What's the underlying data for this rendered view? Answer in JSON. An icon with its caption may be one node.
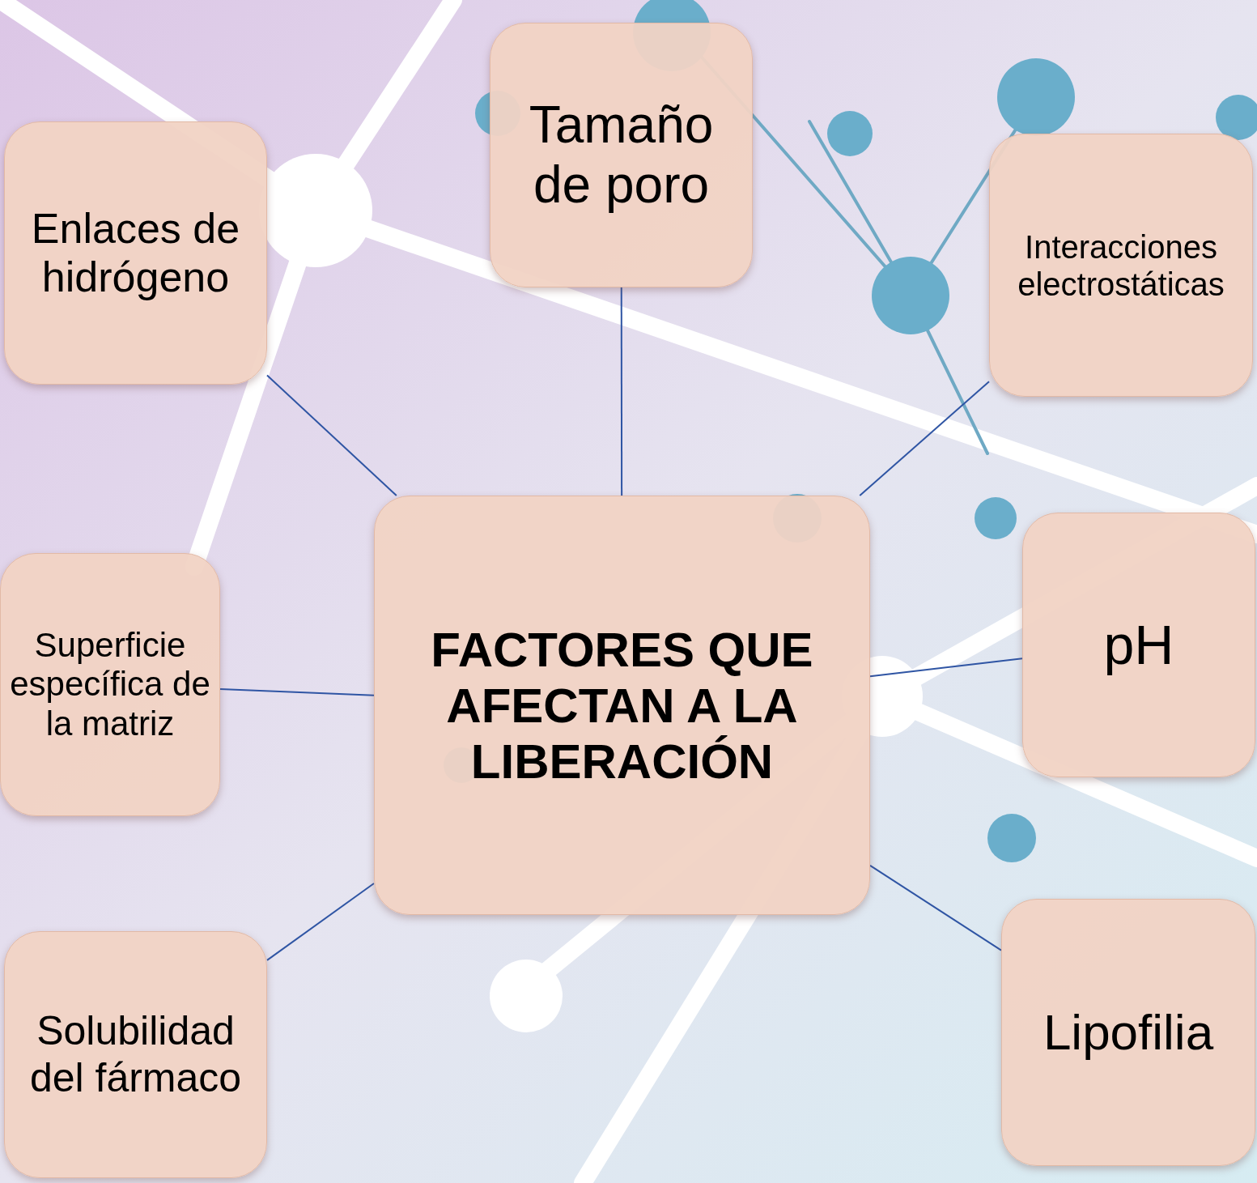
{
  "diagram": {
    "nodes": [
      {
        "text": [
          "FACTORES QUE AFECTAN A LA LIBERACIÓN"
        ]
      },
      {
        "text": [
          "Tamaño de poro"
        ]
      },
      {
        "text": [
          "Enlaces de hidrógeno"
        ]
      },
      {
        "text": [
          "Interacciones electrostáticas"
        ]
      },
      {
        "text": [
          "Superficie específica de la matriz"
        ]
      },
      {
        "text": [
          "pH"
        ]
      },
      {
        "text": [
          "Solubilidad del fármaco"
        ]
      },
      {
        "text": [
          "Lipofilia"
        ]
      }
    ],
    "edges": [
      {
        "from": 0,
        "to": 1,
        "arrow": "none"
      },
      {
        "from": 0,
        "to": 2,
        "arrow": "none"
      },
      {
        "from": 0,
        "to": 3,
        "arrow": "none"
      },
      {
        "from": 0,
        "to": 4,
        "arrow": "none"
      },
      {
        "from": 0,
        "to": 5,
        "arrow": "none"
      },
      {
        "from": 0,
        "to": 6,
        "arrow": "none"
      },
      {
        "from": 0,
        "to": 7,
        "arrow": "none"
      }
    ]
  }
}
